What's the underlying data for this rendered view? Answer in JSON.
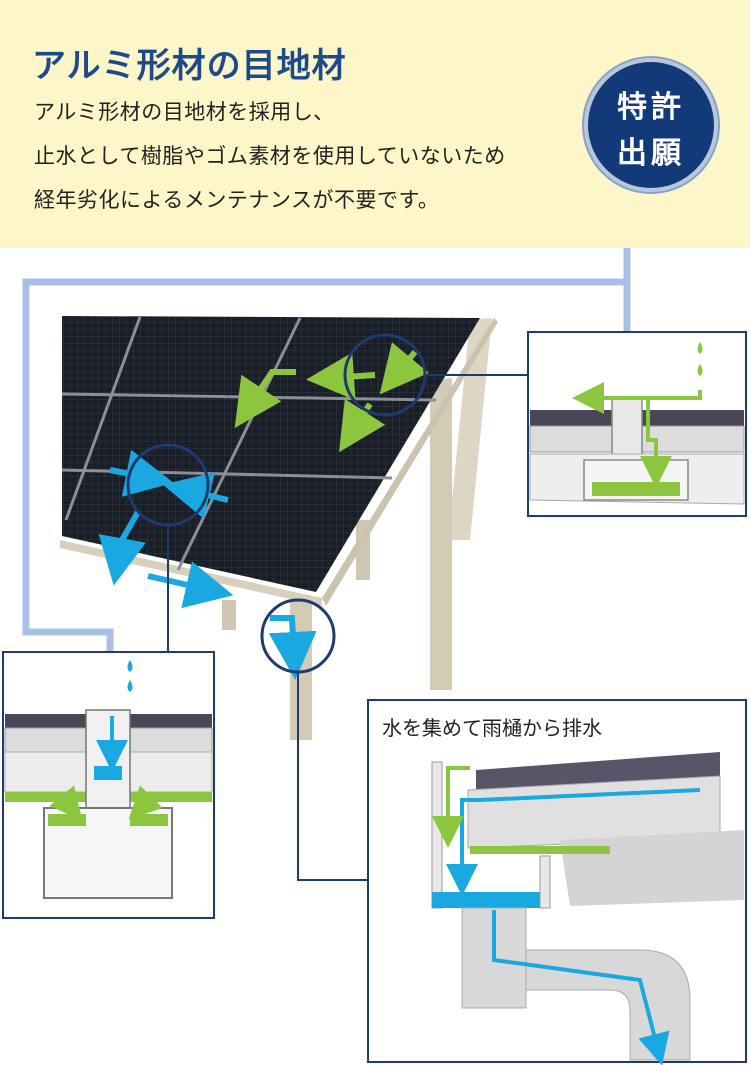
{
  "header": {
    "title": "アルミ形材の目地材",
    "body_lines": [
      "アルミ形材の目地材を採用し、",
      "止水として樹脂やゴム素材を使用していないため",
      "経年劣化によるメンテナンスが不要です。"
    ]
  },
  "badge": {
    "line1": "特許",
    "line2": "出願"
  },
  "detail_gutter": {
    "title": "水を集めて雨樋から排水"
  },
  "colors": {
    "header_bg": "#fcf6c8",
    "title": "#1e4a8c",
    "badge": "#123a78",
    "leader_light": "#a8c0e8",
    "leader_dark": "#1e3a6e",
    "water_blue": "#1aa8e0",
    "flow_green": "#8cc63f",
    "frame_beige": "#d8d0bc",
    "panel_dark": "#1c2028"
  }
}
